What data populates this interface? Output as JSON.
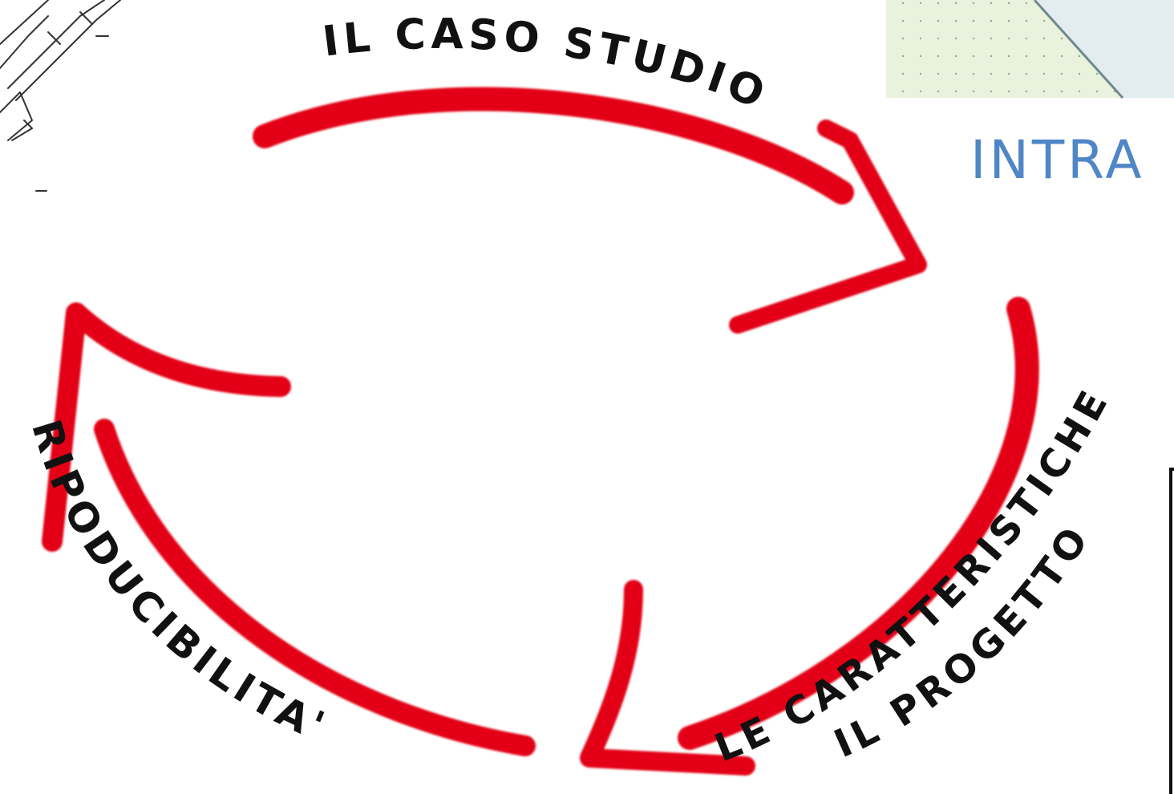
{
  "cycle": {
    "top_label": "IL CASO STUDIO",
    "right_label_1": "LE CARATTERISTICHE",
    "right_label_2": "IL PROGETTO",
    "left_label": "RIPODUCIBILITA'"
  },
  "partial_heading": "INTRA",
  "colors": {
    "arrow": "#e30613",
    "heading": "#4f86c6",
    "text": "#111111"
  }
}
